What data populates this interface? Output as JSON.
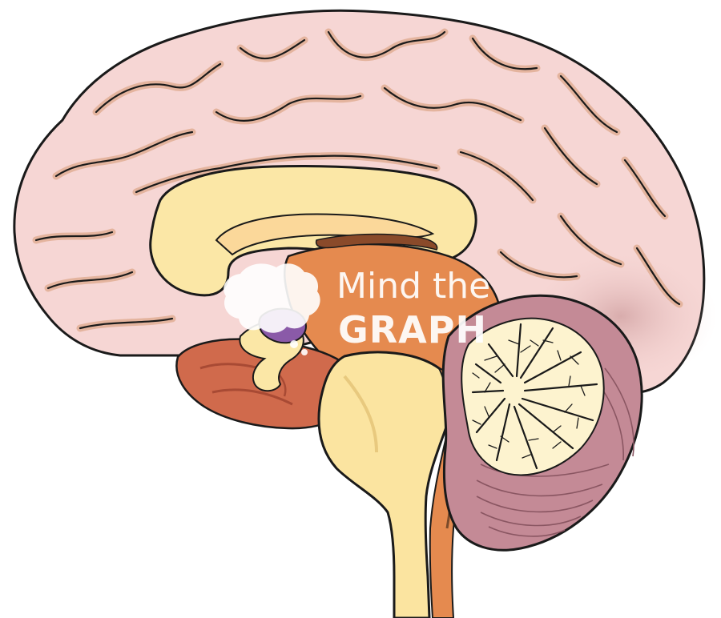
{
  "illustration": {
    "subject": "brain-midsagittal-section",
    "colors": {
      "cortex": "#f6d6d4",
      "cortex_groove": "#e4b49e",
      "outline": "#1a1a1a",
      "corpus_callosum": "#fbe7a6",
      "brainstem": "#fbe4a0",
      "orange_region": "#e58a4f",
      "red_region": "#d06a4c",
      "cerebellum_white": "#fdf3cf",
      "cerebellum_purple": "#c48a96",
      "pituitary_purple": "#8a5aa8"
    }
  },
  "watermark": {
    "line1": "Mind the",
    "line2": "GRAPH",
    "logo": "brain-logo-icon",
    "color": "#ffffff"
  }
}
